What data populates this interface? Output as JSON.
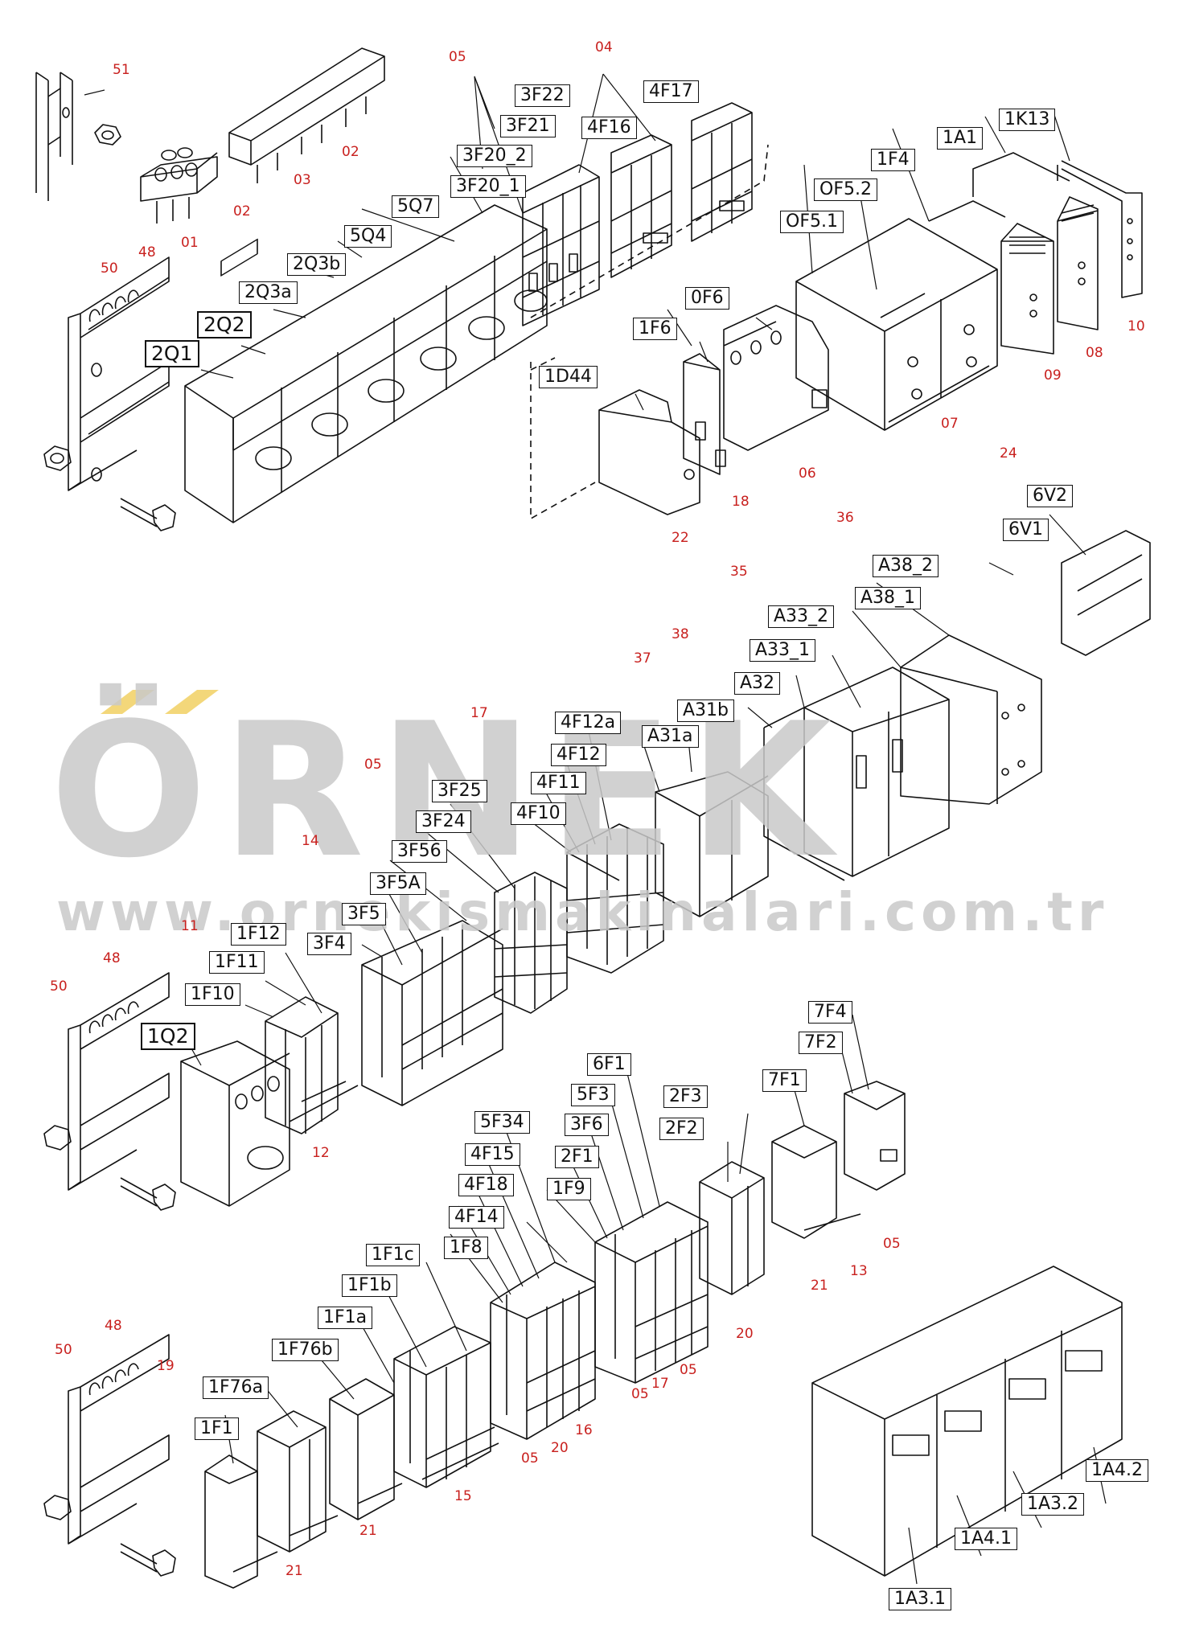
{
  "watermark": {
    "word": "ÖRNEK",
    "url": "www.ornekismakinalari.com.tr",
    "accent": "#f3d77a",
    "gray": "#c9c9c9"
  },
  "colors": {
    "line": "#111111",
    "number": "#c8201e"
  },
  "labels": [
    "3F22",
    "3F21",
    "3F20_2",
    "3F20_1",
    "4F17",
    "4F16",
    "1A1",
    "1K13",
    "1F4",
    "OF5.2",
    "OF5.1",
    "5Q7",
    "5Q4",
    "2Q3b",
    "2Q3a",
    "2Q2",
    "2Q1",
    "0F6",
    "1F6",
    "1D44",
    "6V2",
    "6V1",
    "A38_2",
    "A38_1",
    "A33_2",
    "A33_1",
    "A32",
    "A31b",
    "A31a",
    "4F12a",
    "4F12",
    "4F11",
    "4F10",
    "3F25",
    "3F24",
    "3F56",
    "3F5A",
    "3F5",
    "3F4",
    "1F12",
    "1F11",
    "1F10",
    "1Q2",
    "7F4",
    "7F2",
    "7F1",
    "6F1",
    "5F3",
    "3F6",
    "2F1",
    "1F9",
    "2F3",
    "2F2",
    "5F34",
    "4F15",
    "4F18",
    "4F14",
    "1F8",
    "1F1c",
    "1F1b",
    "1F1a",
    "1F76b",
    "1F76a",
    "1F1",
    "1A4.2",
    "1A3.2",
    "1A4.1",
    "1A3.1"
  ],
  "numbers": [
    "51",
    "05",
    "04",
    "02",
    "03",
    "02",
    "01",
    "48",
    "50",
    "24",
    "36",
    "35",
    "38",
    "37",
    "17",
    "05",
    "14",
    "11",
    "48",
    "50",
    "12",
    "10",
    "08",
    "09",
    "07",
    "06",
    "18",
    "22",
    "13",
    "21",
    "20",
    "05",
    "17",
    "05",
    "05",
    "16",
    "20",
    "05",
    "15",
    "21",
    "21",
    "19",
    "48",
    "50"
  ]
}
